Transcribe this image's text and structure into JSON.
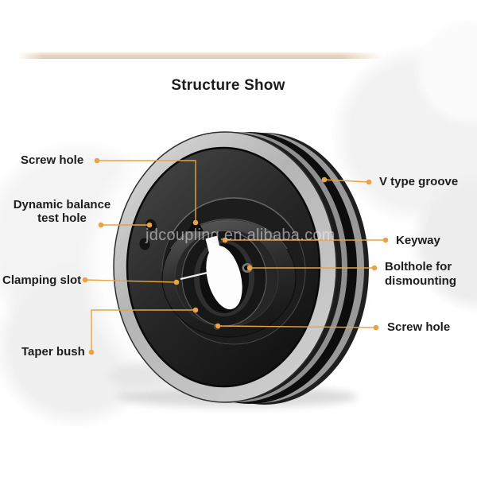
{
  "header": {
    "title": "Structure Show"
  },
  "watermark": "jdcoupling.en.alibaba.com",
  "illustration": {
    "name": "v-belt-pulley-with-taper-bush"
  },
  "callouts": {
    "screw_hole_top": "Screw hole",
    "dynamic_balance_test_hole": "Dynamic balance\ntest hole",
    "clamping_slot": "Clamping slot",
    "taper_bush": "Taper bush",
    "v_type_groove": "V type groove",
    "keyway": "Keyway",
    "bolthole_for_dismounting": "Bolthole for\ndismounting",
    "screw_hole_bottom": "Screw hole"
  },
  "colors": {
    "accent_orange": "#E9A341",
    "divider_beige": "#E7D2BA",
    "label_text": "#1D1D1D",
    "pulley_dark": "#1C1C1C",
    "pulley_silver": "#C2C2C2"
  }
}
